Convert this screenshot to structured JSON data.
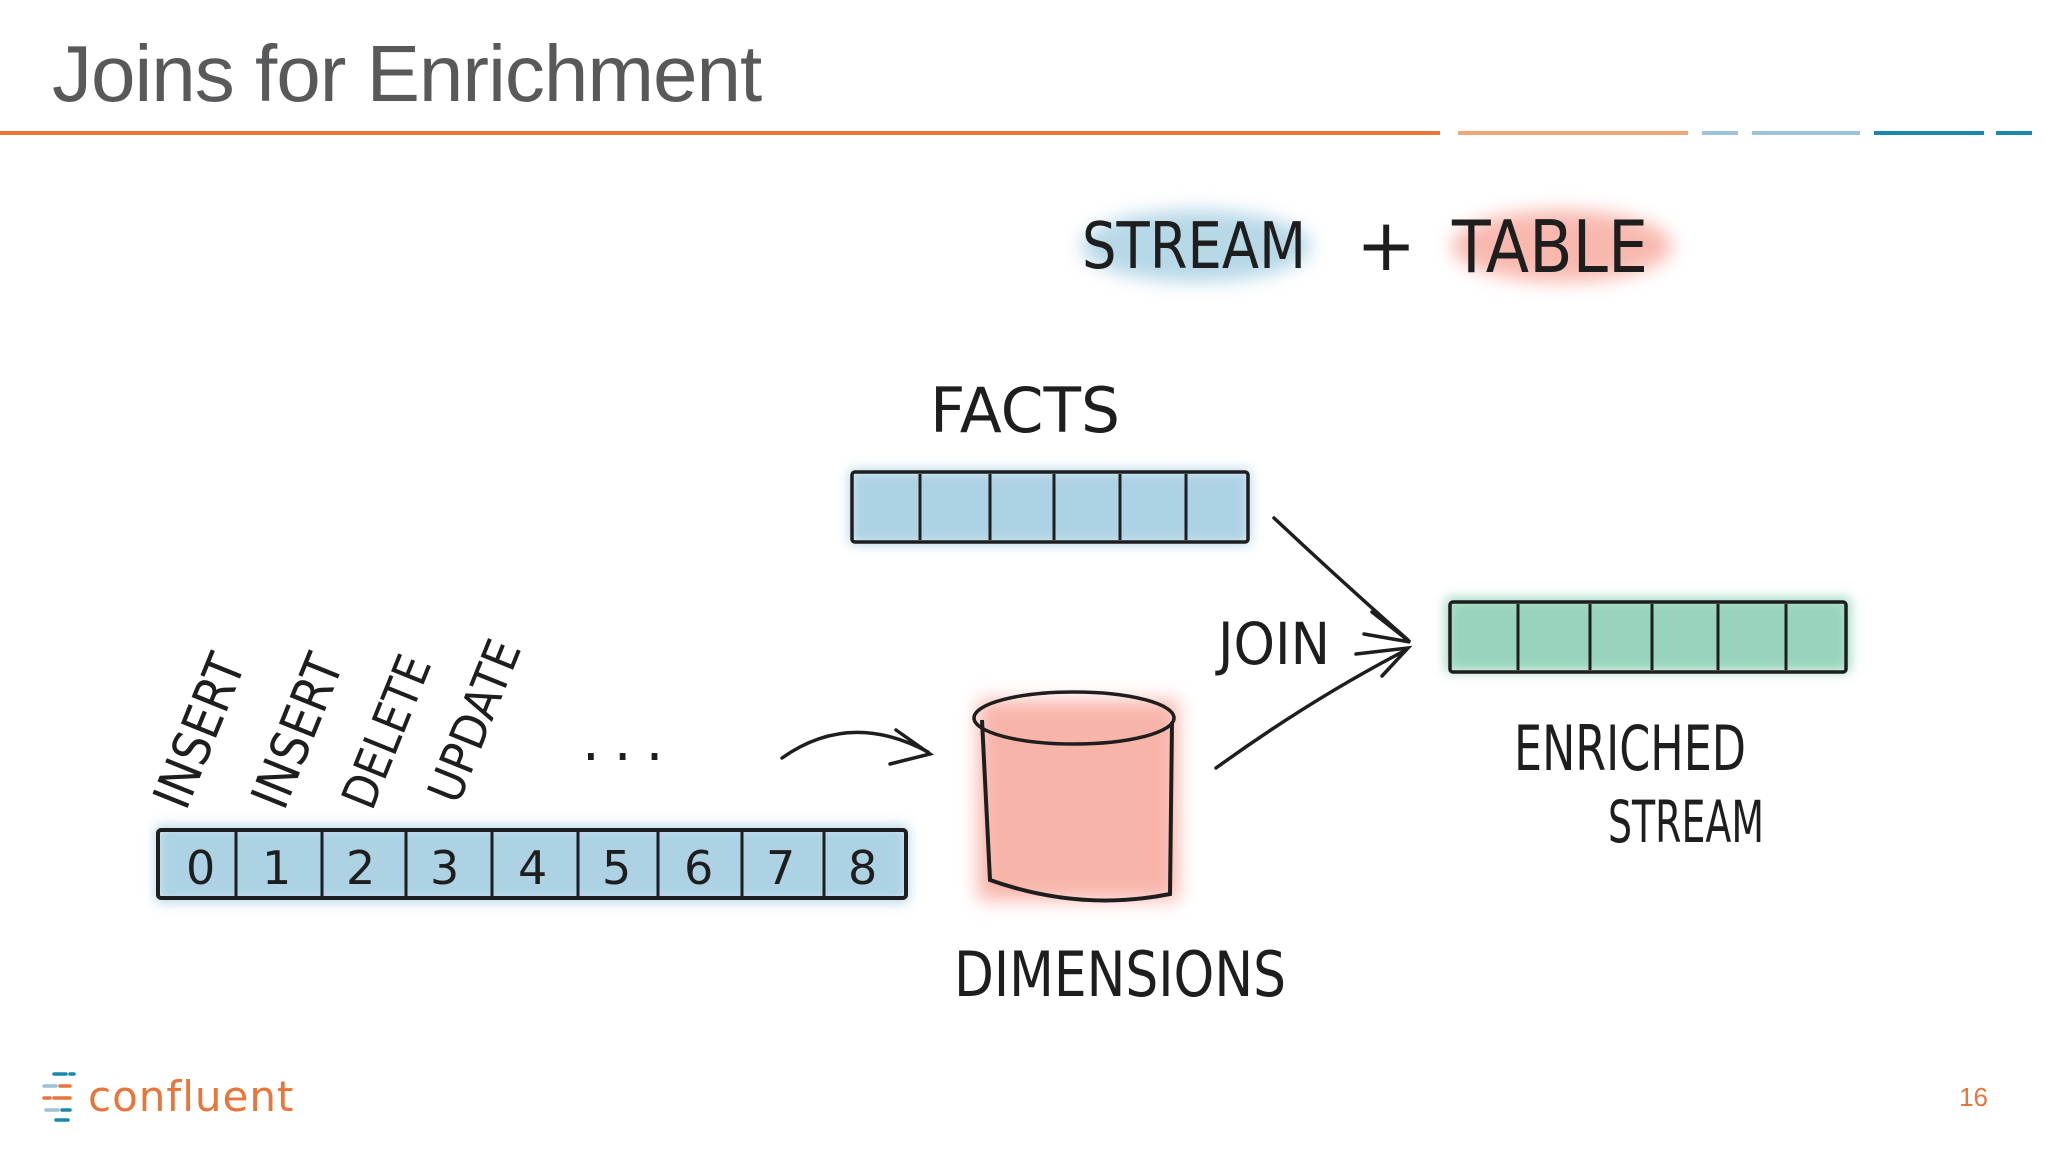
{
  "slide": {
    "title": "Joins for Enrichment",
    "page_number": "16"
  },
  "logo": {
    "text": "confluent"
  },
  "diagram": {
    "legend": {
      "stream": "STREAM",
      "plus": "+",
      "table": "TABLE"
    },
    "facts_label": "FACTS",
    "join_label": "JOIN",
    "enriched_label_line1": "ENRICHED",
    "enriched_label_line2": "STREAM",
    "dimensions_label": "DIMENSIONS",
    "operations": [
      "INSERT",
      "INSERT",
      "DELETE",
      "UPDATE"
    ],
    "ellipsis": "...",
    "offsets": [
      "0",
      "1",
      "2",
      "3",
      "4",
      "5",
      "6",
      "7",
      "8"
    ],
    "colors": {
      "stream": "#9fcbe0",
      "table": "#f7a79b",
      "enriched": "#86cdb0",
      "accent_orange": "#e8753a",
      "accent_blue": "#1b87ad"
    }
  }
}
